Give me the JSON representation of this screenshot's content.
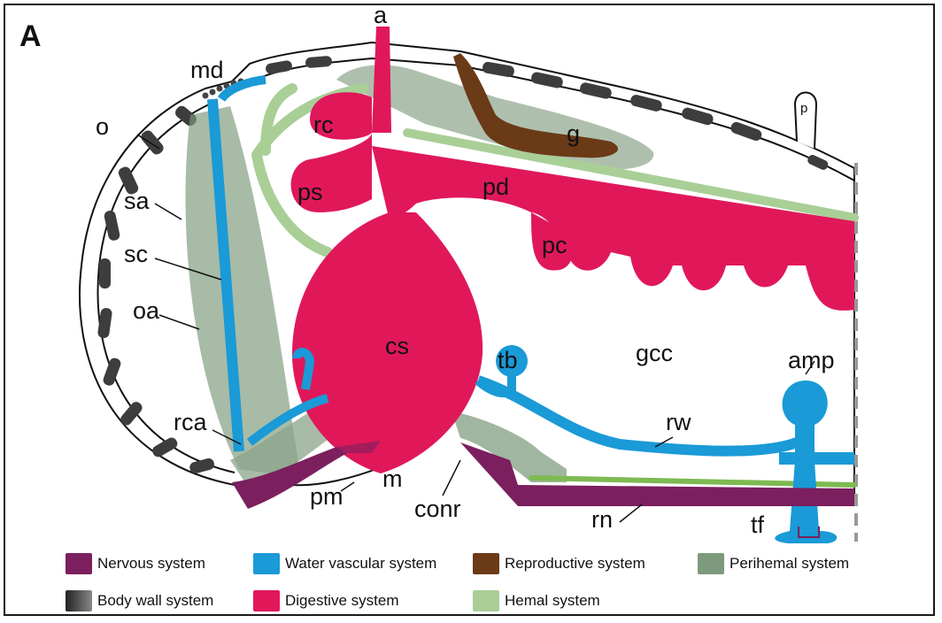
{
  "panel_label": "A",
  "labels": {
    "a": "a",
    "md": "md",
    "o": "o",
    "sa": "sa",
    "sc": "sc",
    "oa": "oa",
    "rca": "rca",
    "rc": "rc",
    "ps": "ps",
    "pd": "pd",
    "pc": "pc",
    "g": "g",
    "p": "p",
    "cs": "cs",
    "tb": "tb",
    "gcc": "gcc",
    "amp": "amp",
    "rw": "rw",
    "pm": "pm",
    "m": "m",
    "conr": "conr",
    "rn": "rn",
    "tf": "tf"
  },
  "legend": {
    "nervous": {
      "label": "Nervous system",
      "color": "#7b1f5e"
    },
    "water": {
      "label": "Water vascular system",
      "color": "#1a9ad7"
    },
    "reproductive": {
      "label": "Reproductive system",
      "color": "#6b3a17"
    },
    "perihemal": {
      "label": "Perihemal system",
      "color": "#7d9a7c"
    },
    "bodywall": {
      "label": "Body wall system",
      "color": "#3a3a3a"
    },
    "digestive": {
      "label": "Digestive system",
      "color": "#e0185a"
    },
    "hemal": {
      "label": "Hemal system",
      "color": "#a9cf97"
    }
  }
}
